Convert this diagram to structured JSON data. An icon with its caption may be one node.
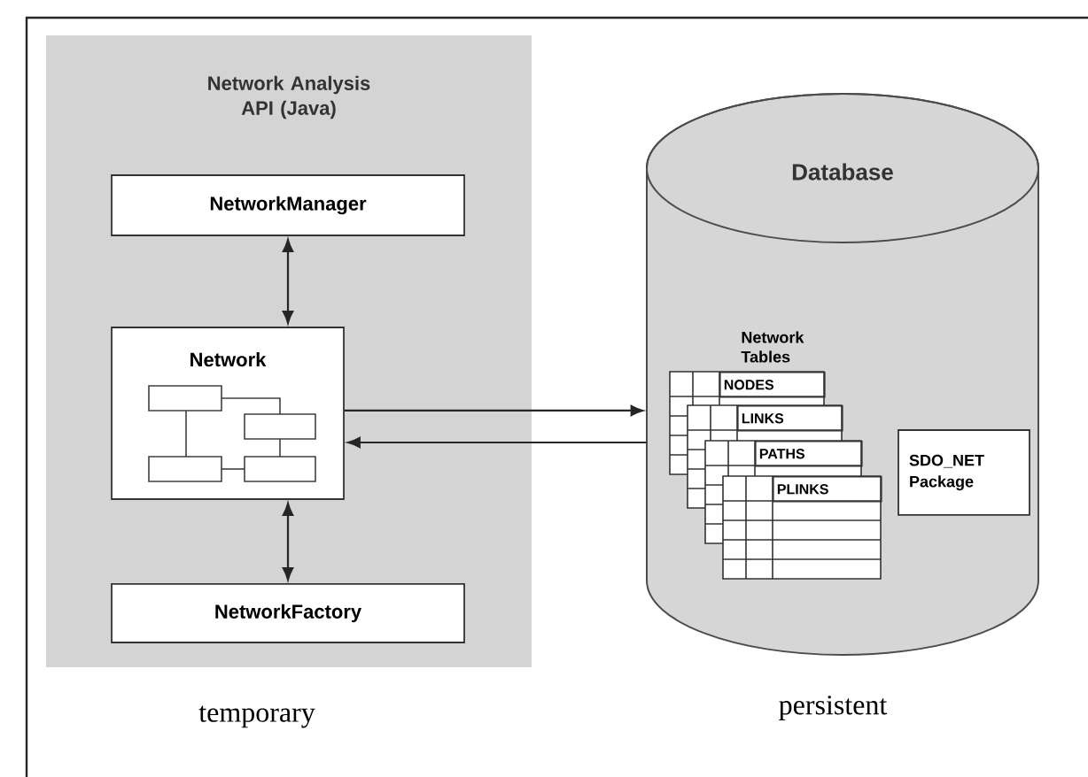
{
  "diagram": {
    "nodes": [
      {
        "text": [
          "Network Analysis API (Java)"
        ]
      },
      {
        "text": [
          "NetworkManager"
        ],
        "in": 0
      },
      {
        "text": [
          "Network"
        ],
        "in": 0
      },
      {
        "text": [
          "NetworkFactory"
        ],
        "in": 0
      },
      {
        "text": [
          "Database"
        ]
      },
      {
        "text": [
          "NODES"
        ],
        "in": 4
      },
      {
        "text": [
          "LINKS"
        ],
        "in": 4
      },
      {
        "text": [
          "PATHS"
        ],
        "in": 4
      },
      {
        "text": [
          "PLINKS"
        ],
        "in": 4
      },
      {
        "text": [
          "SDO_NET Package"
        ],
        "in": 4
      }
    ],
    "edges": [
      {
        "from": 1,
        "to": 2,
        "arrow": "both"
      },
      {
        "from": 2,
        "to": 3,
        "arrow": "both"
      },
      {
        "from": 2,
        "to": 4,
        "arrow": "to"
      },
      {
        "from": 4,
        "to": 2,
        "arrow": "to"
      }
    ],
    "labels": [
      "Network Tables",
      "temporary",
      "persistent"
    ]
  }
}
